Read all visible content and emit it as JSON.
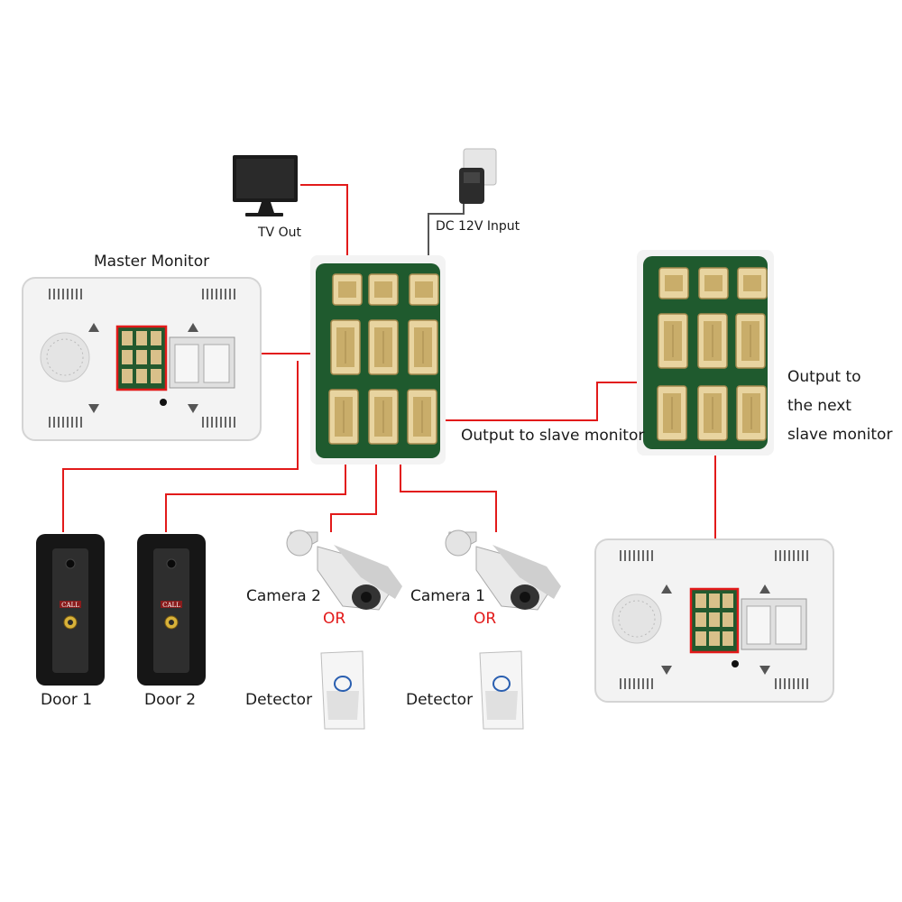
{
  "labels": {
    "tv_out": "TV Out",
    "dc_input": "DC 12V Input",
    "master_monitor": "Master Monitor",
    "output_slave": "Output to slave monitor",
    "output_next": [
      "Output to",
      "the next",
      "slave monitor"
    ],
    "camera2": "Camera 2",
    "camera1": "Camera 1",
    "or": "OR",
    "door1": "Door 1",
    "door2": "Door 2",
    "detector": "Detector"
  },
  "doorbell_button": "CALL",
  "colors": {
    "wire": "#e21a1a",
    "wire_dc": "#555555",
    "pcb": "#1f5a2e",
    "connector": "#d9c08a",
    "monitor_body": "#f2f2f2"
  }
}
